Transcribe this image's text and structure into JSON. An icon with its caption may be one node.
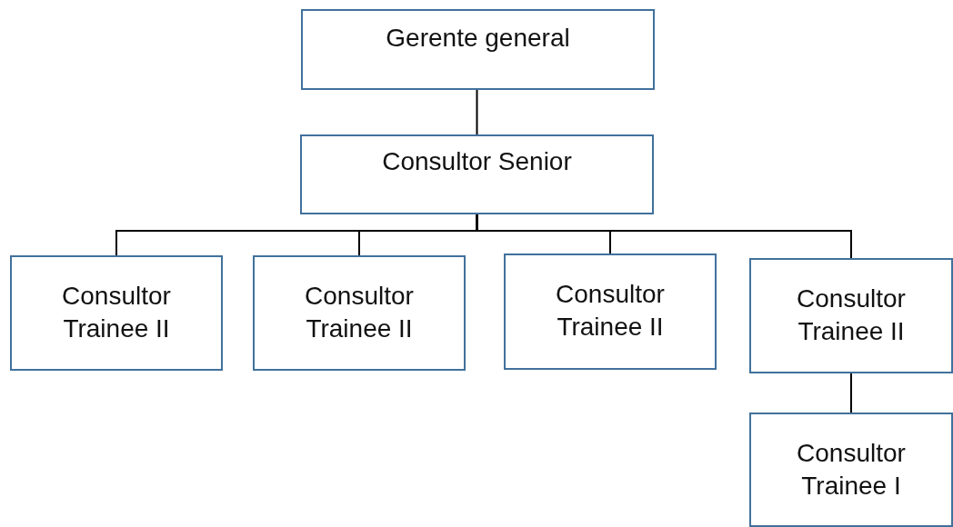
{
  "diagram": {
    "nodes": [
      {
        "text": [
          "Gerente general"
        ]
      },
      {
        "text": [
          "Consultor Senior"
        ]
      },
      {
        "text": [
          "Consultor Trainee II"
        ]
      },
      {
        "text": [
          "Consultor Trainee II"
        ]
      },
      {
        "text": [
          "Consultor Trainee II"
        ]
      },
      {
        "text": [
          "Consultor Trainee II"
        ]
      },
      {
        "text": [
          "Consultor Trainee I"
        ]
      }
    ],
    "edges": [
      {
        "from": 0,
        "to": 1,
        "arrow": "none"
      },
      {
        "from": 1,
        "to": 2,
        "arrow": "none"
      },
      {
        "from": 1,
        "to": 3,
        "arrow": "none"
      },
      {
        "from": 1,
        "to": 4,
        "arrow": "none"
      },
      {
        "from": 1,
        "to": 5,
        "arrow": "none"
      },
      {
        "from": 5,
        "to": 6,
        "arrow": "none"
      }
    ]
  }
}
